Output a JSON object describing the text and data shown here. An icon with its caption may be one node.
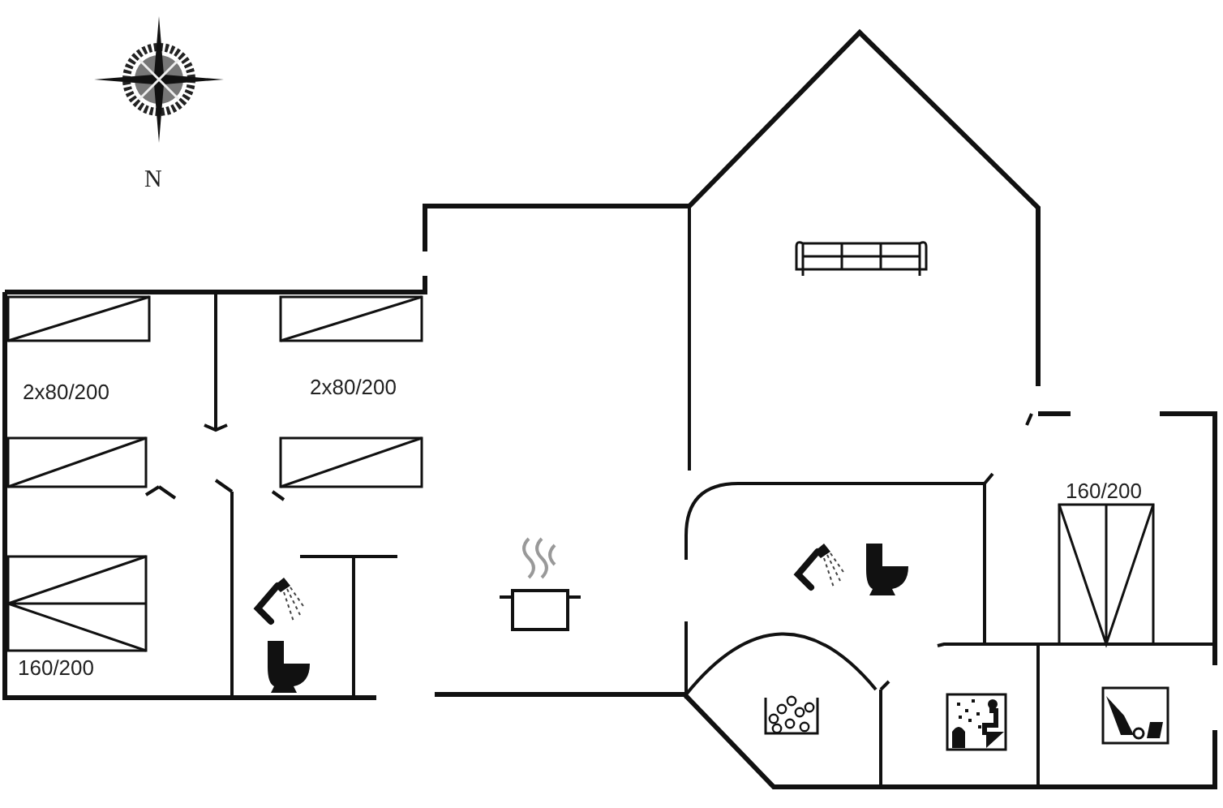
{
  "diagram": {
    "labels": [
      "N",
      "2x80/200",
      "2x80/200",
      "160/200",
      "160/200"
    ]
  }
}
